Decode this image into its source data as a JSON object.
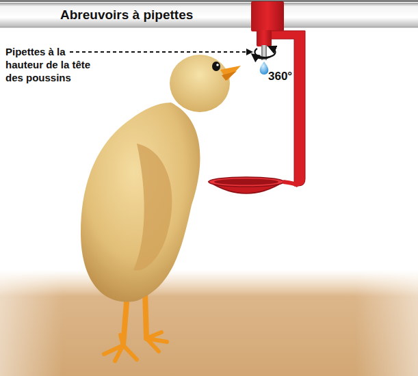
{
  "diagram": {
    "title": "Abreuvoirs à pipettes",
    "labels": [
      "Pipettes à la hauteur de la tête des poussins",
      "360°"
    ]
  }
}
